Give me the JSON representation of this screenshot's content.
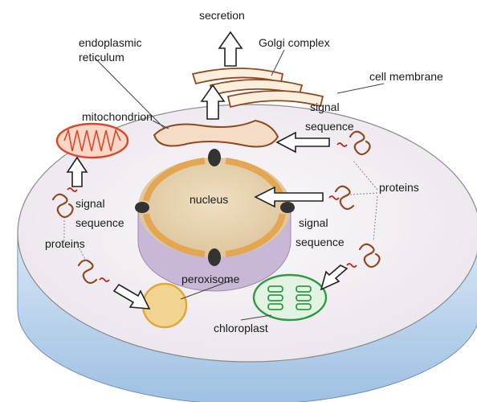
{
  "labels": {
    "secretion": "secretion",
    "er_line1": "endoplasmic",
    "er_line2": "reticulum",
    "golgi": "Golgi complex",
    "cell_membrane": "cell membrane",
    "mitochondrion": "mitochondrion",
    "signal_sequence_top_1": "signal",
    "signal_sequence_top_2": "sequence",
    "nucleus": "nucleus",
    "proteins_right": "proteins",
    "signal_sequence_left_1": "signal",
    "signal_sequence_left_2": "sequence",
    "proteins_left": "proteins",
    "signal_sequence_right_1": "signal",
    "signal_sequence_right_2": "sequence",
    "peroxisome": "peroxisome",
    "chloroplast": "chloroplast"
  },
  "colors": {
    "cell_fill": "#f2eef2",
    "cell_side": "#bcd4ec",
    "organelle_brown": "#8b4a22",
    "nucleus_fill": "#e7d4b0",
    "nucleus_envelope": "#e3a652",
    "mitochondrion_red": "#d9472b",
    "chloroplast_green": "#2f9a45",
    "peroxisome_fill": "#f0d490",
    "signal_red": "#c8201c"
  }
}
